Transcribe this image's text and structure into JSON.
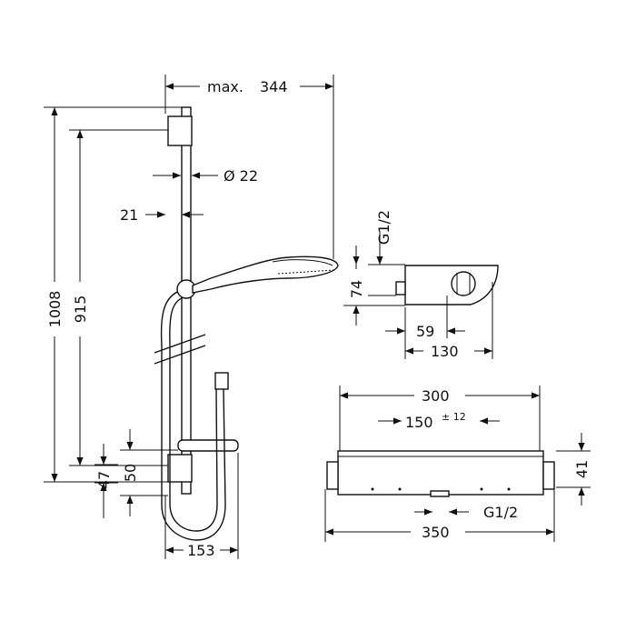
{
  "dimensions": {
    "max_label": "max.",
    "max_value": "344",
    "diameter": "Ø 22",
    "d21": "21",
    "h1008": "1008",
    "h915": "915",
    "h50": "50",
    "h47": "47",
    "w153": "153",
    "g12_top": "G1/2",
    "h74": "74",
    "w59": "59",
    "w130": "130",
    "w300": "300",
    "w150": "150",
    "tol12": "± 12",
    "h41": "41",
    "g12_bottom": "G1/2",
    "w350": "350"
  }
}
